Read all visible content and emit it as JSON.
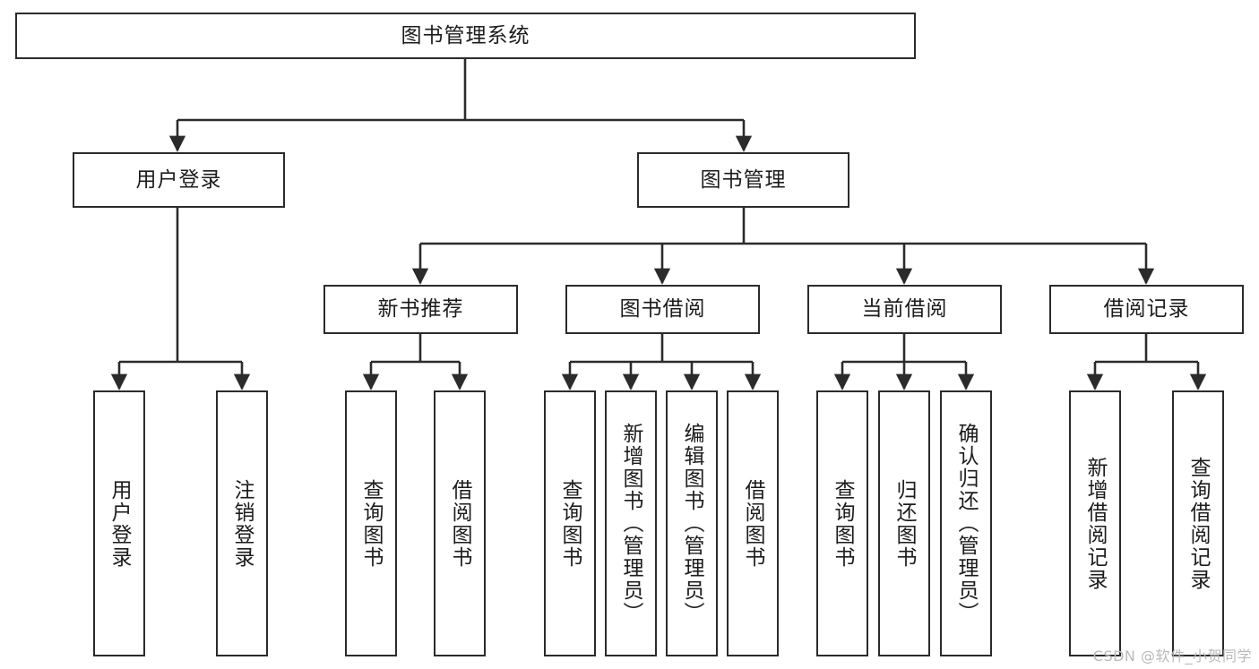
{
  "diagram": {
    "title": "图书管理系统",
    "type": "tree-hierarchy",
    "watermark": "CSDN @软件_小贺同学",
    "colors": {
      "background": "#ffffff",
      "box_stroke": "#2b2b2b",
      "box_fill": "#ffffff",
      "text": "#1c1c1c",
      "edge": "#2b2b2b",
      "watermark": "#b9b9b9"
    },
    "nodes": {
      "root": {
        "label": "图书管理系统"
      },
      "level2": [
        {
          "label": "用户登录"
        },
        {
          "label": "图书管理"
        }
      ],
      "level3": [
        {
          "label": "新书推荐"
        },
        {
          "label": "图书借阅"
        },
        {
          "label": "当前借阅"
        },
        {
          "label": "借阅记录"
        }
      ],
      "leaves_user_login": [
        {
          "label": "用户登录"
        },
        {
          "label": "注销登录"
        }
      ],
      "leaves_new_book": [
        {
          "label": "查询图书"
        },
        {
          "label": "借阅图书"
        }
      ],
      "leaves_borrow": [
        {
          "label": "查询图书"
        },
        {
          "label": "新增图书（管理员）"
        },
        {
          "label": "编辑图书（管理员）"
        },
        {
          "label": "借阅图书"
        }
      ],
      "leaves_current": [
        {
          "label": "查询图书"
        },
        {
          "label": "归还图书"
        },
        {
          "label": "确认归还（管理员）"
        }
      ],
      "leaves_records": [
        {
          "label": "新增借阅记录"
        },
        {
          "label": "查询借阅记录"
        }
      ]
    }
  }
}
